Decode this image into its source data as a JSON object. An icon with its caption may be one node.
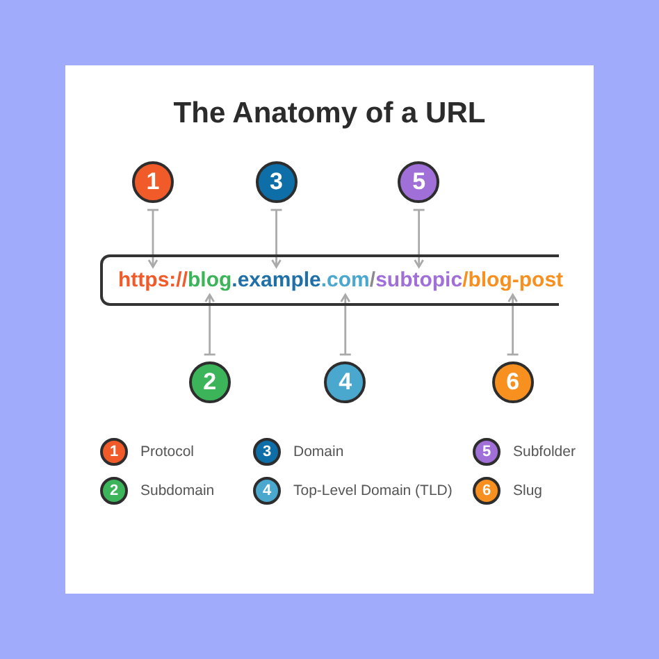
{
  "diagram": {
    "title": "The Anatomy of a URL",
    "nodes": [
      {
        "text": [
          "1"
        ]
      },
      {
        "text": [
          "3"
        ]
      },
      {
        "text": [
          "5"
        ]
      },
      {
        "text": [],
        "shape": "box"
      },
      {
        "text": [
          "https://"
        ],
        "in": 3
      },
      {
        "text": [
          "blog"
        ],
        "in": 3
      },
      {
        "text": [
          ".example"
        ],
        "in": 3
      },
      {
        "text": [
          ".com"
        ],
        "in": 3
      },
      {
        "text": [
          "/"
        ],
        "in": 3
      },
      {
        "text": [
          "subtopic"
        ],
        "in": 3
      },
      {
        "text": [
          "/blog-post"
        ],
        "in": 3
      },
      {
        "text": [
          "2"
        ]
      },
      {
        "text": [
          "4"
        ]
      },
      {
        "text": [
          "6"
        ]
      }
    ],
    "edges": [
      {
        "from": 0,
        "to": 4,
        "arrow": "to"
      },
      {
        "from": 1,
        "to": 6,
        "arrow": "to"
      },
      {
        "from": 2,
        "to": 9,
        "arrow": "to"
      },
      {
        "from": 11,
        "to": 5,
        "arrow": "to"
      },
      {
        "from": 12,
        "to": 7,
        "arrow": "to"
      },
      {
        "from": 13,
        "to": 10,
        "arrow": "to"
      }
    ],
    "labels": [
      "1",
      "3",
      "5",
      "2",
      "4",
      "6"
    ],
    "legend": [
      {
        "text": "Protocol",
        "color": "#f15a29"
      },
      {
        "text": "Domain",
        "color": "#0e6fa8"
      },
      {
        "text": "Subfolder",
        "color": "#a070d8"
      },
      {
        "text": "Subdomain",
        "color": "#3cb55a"
      },
      {
        "text": "Top-Level Domain (TLD)",
        "color": "#4aa8cf"
      },
      {
        "text": "Slug",
        "color": "#f7901e"
      }
    ]
  }
}
